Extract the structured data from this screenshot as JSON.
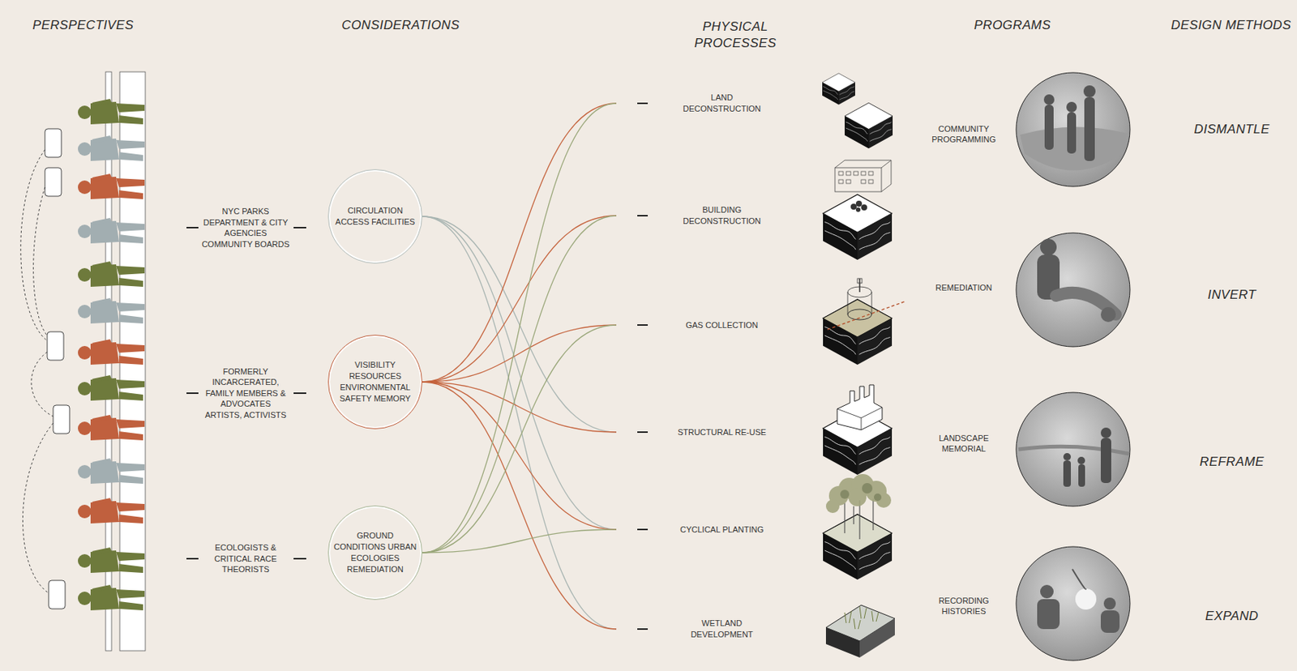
{
  "diagram": {
    "nodes": [
      {
        "text": [
          "CIRCULATION ACCESS FACILITIES"
        ]
      },
      {
        "text": [
          "VISIBILITY RESOURCES ENVIRONMENTAL SAFETY MEMORY"
        ]
      },
      {
        "text": [
          "GROUND CONDITIONS URBAN ECOLOGIES REMEDIATION"
        ]
      },
      {
        "text": [
          "LAND DECONSTRUCTION"
        ]
      },
      {
        "text": [
          "BUILDING DECONSTRUCTION"
        ]
      },
      {
        "text": [
          "GAS COLLECTION"
        ]
      },
      {
        "text": [
          "STRUCTURAL RE-USE"
        ]
      },
      {
        "text": [
          "CYCLICAL PLANTING"
        ]
      },
      {
        "text": [
          "WETLAND DEVELOPMENT"
        ]
      }
    ],
    "edges": [
      {
        "from": 0,
        "to": 6,
        "arrow": "none"
      },
      {
        "from": 0,
        "to": 7,
        "arrow": "none"
      },
      {
        "from": 0,
        "to": 8,
        "arrow": "none"
      },
      {
        "from": 1,
        "to": 3,
        "arrow": "none"
      },
      {
        "from": 1,
        "to": 4,
        "arrow": "none"
      },
      {
        "from": 1,
        "to": 5,
        "arrow": "none"
      },
      {
        "from": 1,
        "to": 6,
        "arrow": "none"
      },
      {
        "from": 1,
        "to": 7,
        "arrow": "none"
      },
      {
        "from": 1,
        "to": 8,
        "arrow": "none"
      },
      {
        "from": 2,
        "to": 3,
        "arrow": "none"
      },
      {
        "from": 2,
        "to": 4,
        "arrow": "none"
      },
      {
        "from": 2,
        "to": 5,
        "arrow": "none"
      },
      {
        "from": 2,
        "to": 7,
        "arrow": "none"
      }
    ],
    "labels": [
      "PERSPECTIVES",
      "CONSIDERATIONS",
      "PHYSICAL PROCESSES",
      "PROGRAMS",
      "DESIGN METHODS",
      "NYC PARKS DEPARTMENT & CITY AGENCIES COMMUNITY BOARDS",
      "FORMERLY INCARCERATED, FAMILY MEMBERS & ADVOCATES ARTISTS, ACTIVISTS",
      "ECOLOGISTS & CRITICAL RACE THEORISTS",
      "COMMUNITY PROGRAMMING",
      "REMEDIATION",
      "LANDSCAPE MEMORIAL",
      "RECORDING HISTORIES",
      "DISMANTLE",
      "INVERT",
      "REFRAME",
      "EXPAND"
    ]
  }
}
